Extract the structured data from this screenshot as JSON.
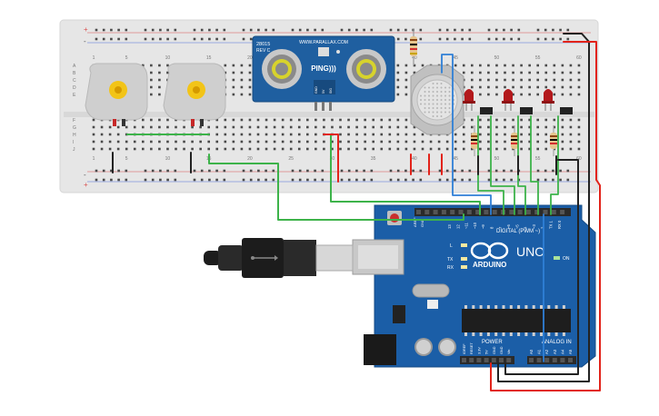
{
  "breadboard": {
    "top_numbers": [
      "1",
      "5",
      "10",
      "15",
      "20",
      "25",
      "30",
      "35",
      "40",
      "45",
      "50",
      "55",
      "60"
    ],
    "bottom_numbers": [
      "1",
      "5",
      "10",
      "15",
      "20",
      "25",
      "30",
      "35",
      "40",
      "45",
      "50",
      "55",
      "60"
    ],
    "row_letters_top": [
      "A",
      "B",
      "C",
      "D",
      "E"
    ],
    "row_letters_bottom": [
      "F",
      "G",
      "H",
      "I",
      "J"
    ],
    "rail_plus": "+",
    "rail_minus": "-"
  },
  "sensor": {
    "model": "28015",
    "rev": "REV C",
    "url": "WWW.PARALLAX.COM",
    "brand": "PING)))",
    "pins": [
      "GND",
      "5V",
      "SIG"
    ]
  },
  "arduino": {
    "logo": "ARDUINO",
    "model": "UNO",
    "digital_label": "DIGITAL (PWM ~)",
    "power_label": "POWER",
    "analog_label": "ANALOG IN",
    "on_label": "ON",
    "l_label": "L",
    "tx_label": "TX",
    "rx_label": "RX",
    "aref": "AREF",
    "gnd": "GND",
    "digital_pins": [
      "13",
      "12",
      "~11",
      "~10",
      "~9",
      "8",
      "7",
      "~6",
      "~5",
      "4",
      "~3",
      "2",
      "TX 1",
      "RX 0"
    ],
    "power_pins": [
      "IOREF",
      "RESET",
      "3.3V",
      "5V",
      "GND",
      "GND",
      "Vin"
    ],
    "analog_pins": [
      "A0",
      "A1",
      "A2",
      "A3",
      "A4",
      "A5"
    ]
  },
  "colors": {
    "breadboard": "#e6e6e6",
    "board": "#1b5ea7",
    "wire_green": "#3db34a",
    "wire_red": "#e2231a",
    "wire_black": "#222222",
    "wire_blue": "#2f7fd6",
    "led": "#b3191c"
  }
}
